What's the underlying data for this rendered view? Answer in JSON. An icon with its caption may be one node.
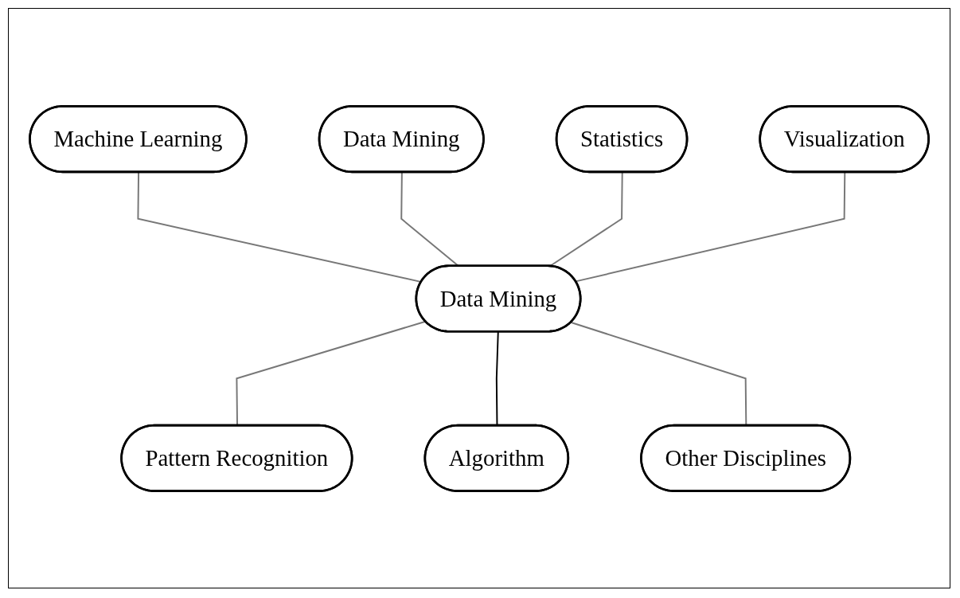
{
  "diagram": {
    "nodes": [
      {
        "text": [
          "Data Mining"
        ]
      },
      {
        "text": [
          "Statistics"
        ]
      },
      {
        "text": [
          "Machine Learning"
        ]
      },
      {
        "text": [
          "Data Mining"
        ]
      },
      {
        "text": [
          "Visualization"
        ]
      },
      {
        "text": [
          "Pattern Recognition"
        ]
      },
      {
        "text": [
          "Other Disciplines"
        ]
      },
      {
        "text": [
          "Algorithm"
        ]
      }
    ],
    "edges": [
      {
        "from": 2,
        "to": 3,
        "arrow": "none"
      },
      {
        "from": 0,
        "to": 3,
        "arrow": "none"
      },
      {
        "from": 1,
        "to": 3,
        "arrow": "none"
      },
      {
        "from": 4,
        "to": 3,
        "arrow": "none"
      },
      {
        "from": 3,
        "to": 5,
        "arrow": "none"
      },
      {
        "from": 3,
        "to": 7,
        "arrow": "none",
        "color": "#000000"
      },
      {
        "from": 3,
        "to": 6,
        "arrow": "none"
      }
    ]
  }
}
